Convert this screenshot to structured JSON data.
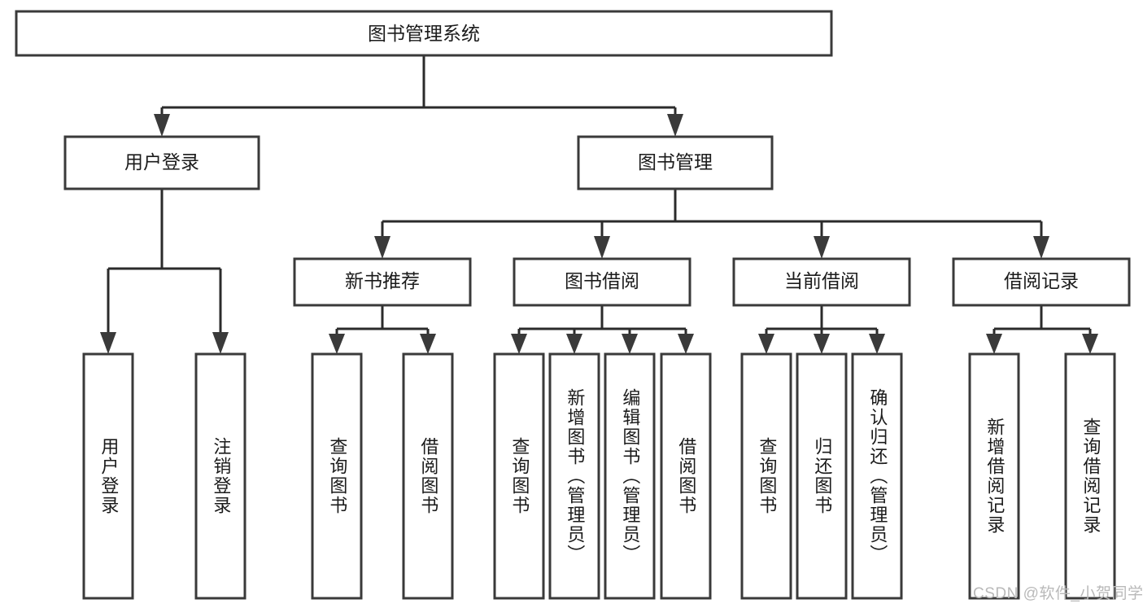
{
  "diagram": {
    "type": "tree-hierarchy",
    "title": "图书管理系统",
    "root": {
      "id": "root",
      "label": "图书管理系统",
      "orientation": "horizontal"
    },
    "level2": [
      {
        "id": "user-login",
        "label": "用户登录",
        "orientation": "horizontal"
      },
      {
        "id": "book-management",
        "label": "图书管理",
        "orientation": "horizontal"
      }
    ],
    "level3": [
      {
        "id": "new-book-recommend",
        "label": "新书推荐",
        "orientation": "horizontal",
        "parent": "book-management"
      },
      {
        "id": "book-borrow",
        "label": "图书借阅",
        "orientation": "horizontal",
        "parent": "book-management"
      },
      {
        "id": "current-borrow",
        "label": "当前借阅",
        "orientation": "horizontal",
        "parent": "book-management"
      },
      {
        "id": "borrow-record",
        "label": "借阅记录",
        "orientation": "horizontal",
        "parent": "book-management"
      }
    ],
    "leaves": [
      {
        "id": "leaf-user-login",
        "label": "用户登录",
        "parent": "user-login"
      },
      {
        "id": "leaf-user-logout",
        "label": "注销登录",
        "parent": "user-login"
      },
      {
        "id": "leaf-query-book-1",
        "label": "查询图书",
        "parent": "new-book-recommend"
      },
      {
        "id": "leaf-borrow-book-1",
        "label": "借阅图书",
        "parent": "new-book-recommend"
      },
      {
        "id": "leaf-query-book-2",
        "label": "查询图书",
        "parent": "book-borrow"
      },
      {
        "id": "leaf-add-book",
        "label": "新增图书（管理员）",
        "parent": "book-borrow"
      },
      {
        "id": "leaf-edit-book",
        "label": "编辑图书（管理员）",
        "parent": "book-borrow"
      },
      {
        "id": "leaf-borrow-book-2",
        "label": "借阅图书",
        "parent": "book-borrow"
      },
      {
        "id": "leaf-query-book-3",
        "label": "查询图书",
        "parent": "current-borrow"
      },
      {
        "id": "leaf-return-book",
        "label": "归还图书",
        "parent": "current-borrow"
      },
      {
        "id": "leaf-confirm-return",
        "label": "确认归还（管理员）",
        "parent": "current-borrow"
      },
      {
        "id": "leaf-add-record",
        "label": "新增借阅记录",
        "parent": "borrow-record"
      },
      {
        "id": "leaf-query-record",
        "label": "查询借阅记录",
        "parent": "borrow-record"
      }
    ],
    "colors": {
      "box_fill": "#ffffff",
      "box_stroke": "#3a3a3a",
      "connector": "#2b2b2b",
      "text": "#1b1b1b",
      "background": "#ffffff",
      "watermark": "#b9b9b9"
    }
  },
  "watermark": {
    "text": "CSDN @软件_小贺同学"
  }
}
